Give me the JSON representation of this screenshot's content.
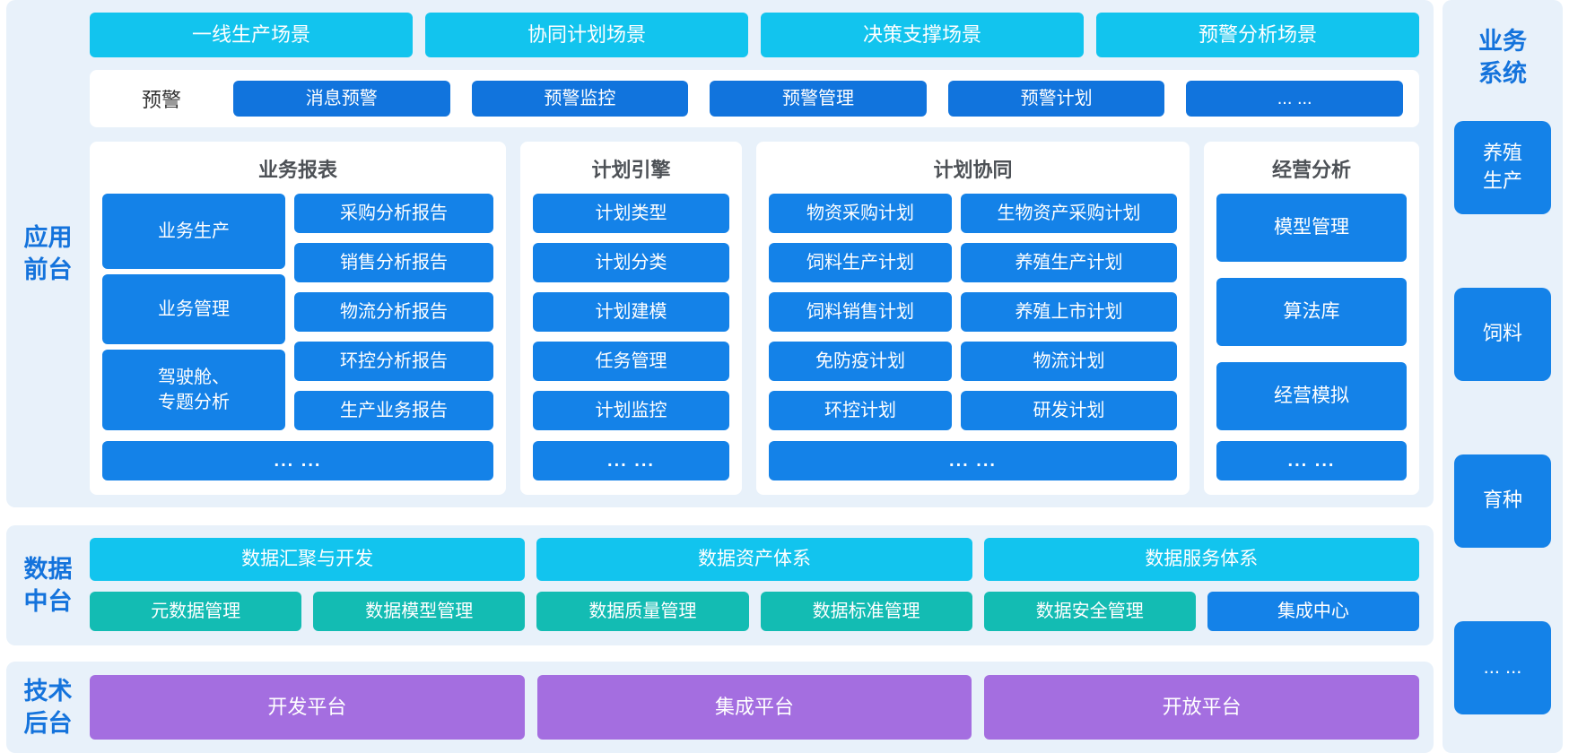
{
  "colors": {
    "section_bg": "#e8f1fa",
    "cyan": "#12c4ee",
    "blue": "#1482e8",
    "blue_deep": "#1174dd",
    "teal": "#13bcb3",
    "purple": "#a46ee0",
    "label_blue": "#1473dc",
    "title_gray": "#4d5156"
  },
  "app_front": {
    "label": "应用前台",
    "scenarios": [
      "一线生产场景",
      "协同计划场景",
      "决策支撑场景",
      "预警分析场景"
    ],
    "warning": {
      "label": "预警",
      "items": [
        "消息预警",
        "预警监控",
        "预警管理",
        "预警计划",
        "... ..."
      ]
    },
    "panels": {
      "reports": {
        "title": "业务报表",
        "left": [
          "业务生产",
          "业务管理",
          "驾驶舱、\n专题分析"
        ],
        "right": [
          "采购分析报告",
          "销售分析报告",
          "物流分析报告",
          "环控分析报告",
          "生产业务报告"
        ],
        "more": "... ..."
      },
      "engine": {
        "title": "计划引擎",
        "items": [
          "计划类型",
          "计划分类",
          "计划建模",
          "任务管理",
          "计划监控"
        ],
        "more": "... ..."
      },
      "collab": {
        "title": "计划协同",
        "left": [
          "物资采购计划",
          "饲料生产计划",
          "饲料销售计划",
          "免防疫计划",
          "环控计划"
        ],
        "right": [
          "生物资产采购计划",
          "养殖生产计划",
          "养殖上市计划",
          "物流计划",
          "研发计划"
        ],
        "more": "... ..."
      },
      "analysis": {
        "title": "经营分析",
        "items": [
          "模型管理",
          "算法库",
          "经营模拟"
        ],
        "more": "... ..."
      }
    }
  },
  "data_platform": {
    "label": "数据中台",
    "systems": [
      "数据汇聚与开发",
      "数据资产体系",
      "数据服务体系"
    ],
    "governance": [
      "元数据管理",
      "数据模型管理",
      "数据质量管理",
      "数据标准管理",
      "数据安全管理"
    ],
    "integration": "集成中心"
  },
  "tech_backend": {
    "label": "技术后台",
    "platforms": [
      "开发平台",
      "集成平台",
      "开放平台"
    ]
  },
  "business_systems": {
    "label": "业务系统",
    "items": [
      "养殖\n生产",
      "饲料",
      "育种",
      "... ..."
    ]
  }
}
